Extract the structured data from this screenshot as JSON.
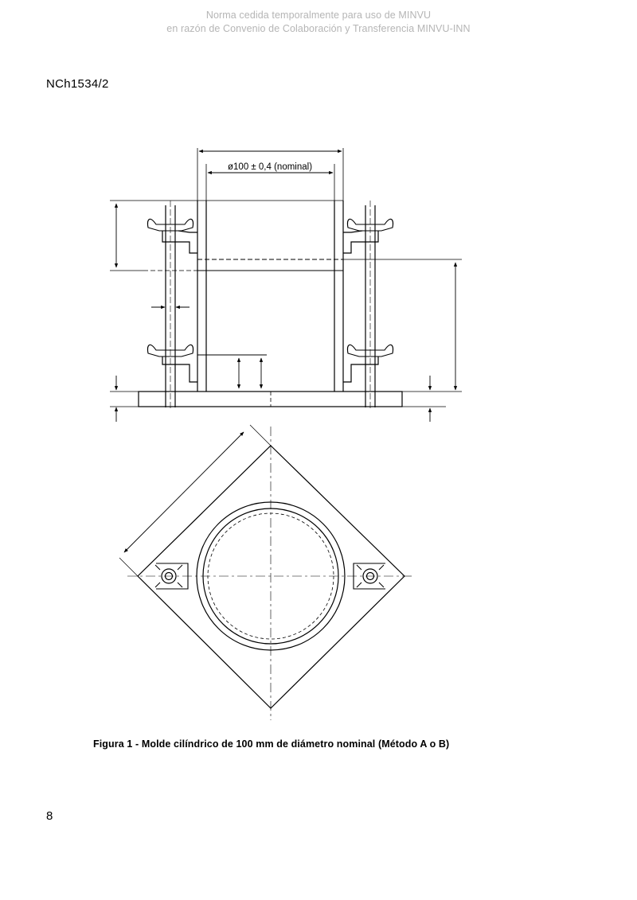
{
  "watermark": {
    "line1": "Norma cedida temporalmente para uso de MINVU",
    "line2": "en razón de Convenio de Colaboración y Transferencia MINVU-INN"
  },
  "header": {
    "document_code": "NCh1534/2"
  },
  "figure": {
    "dimension_label": "ø100 ± 0,4  (nominal)",
    "caption": "Figura 1 - Molde cilíndrico de 100 mm de diámetro nominal (Método A o B)"
  },
  "footer": {
    "page_number": "8"
  }
}
